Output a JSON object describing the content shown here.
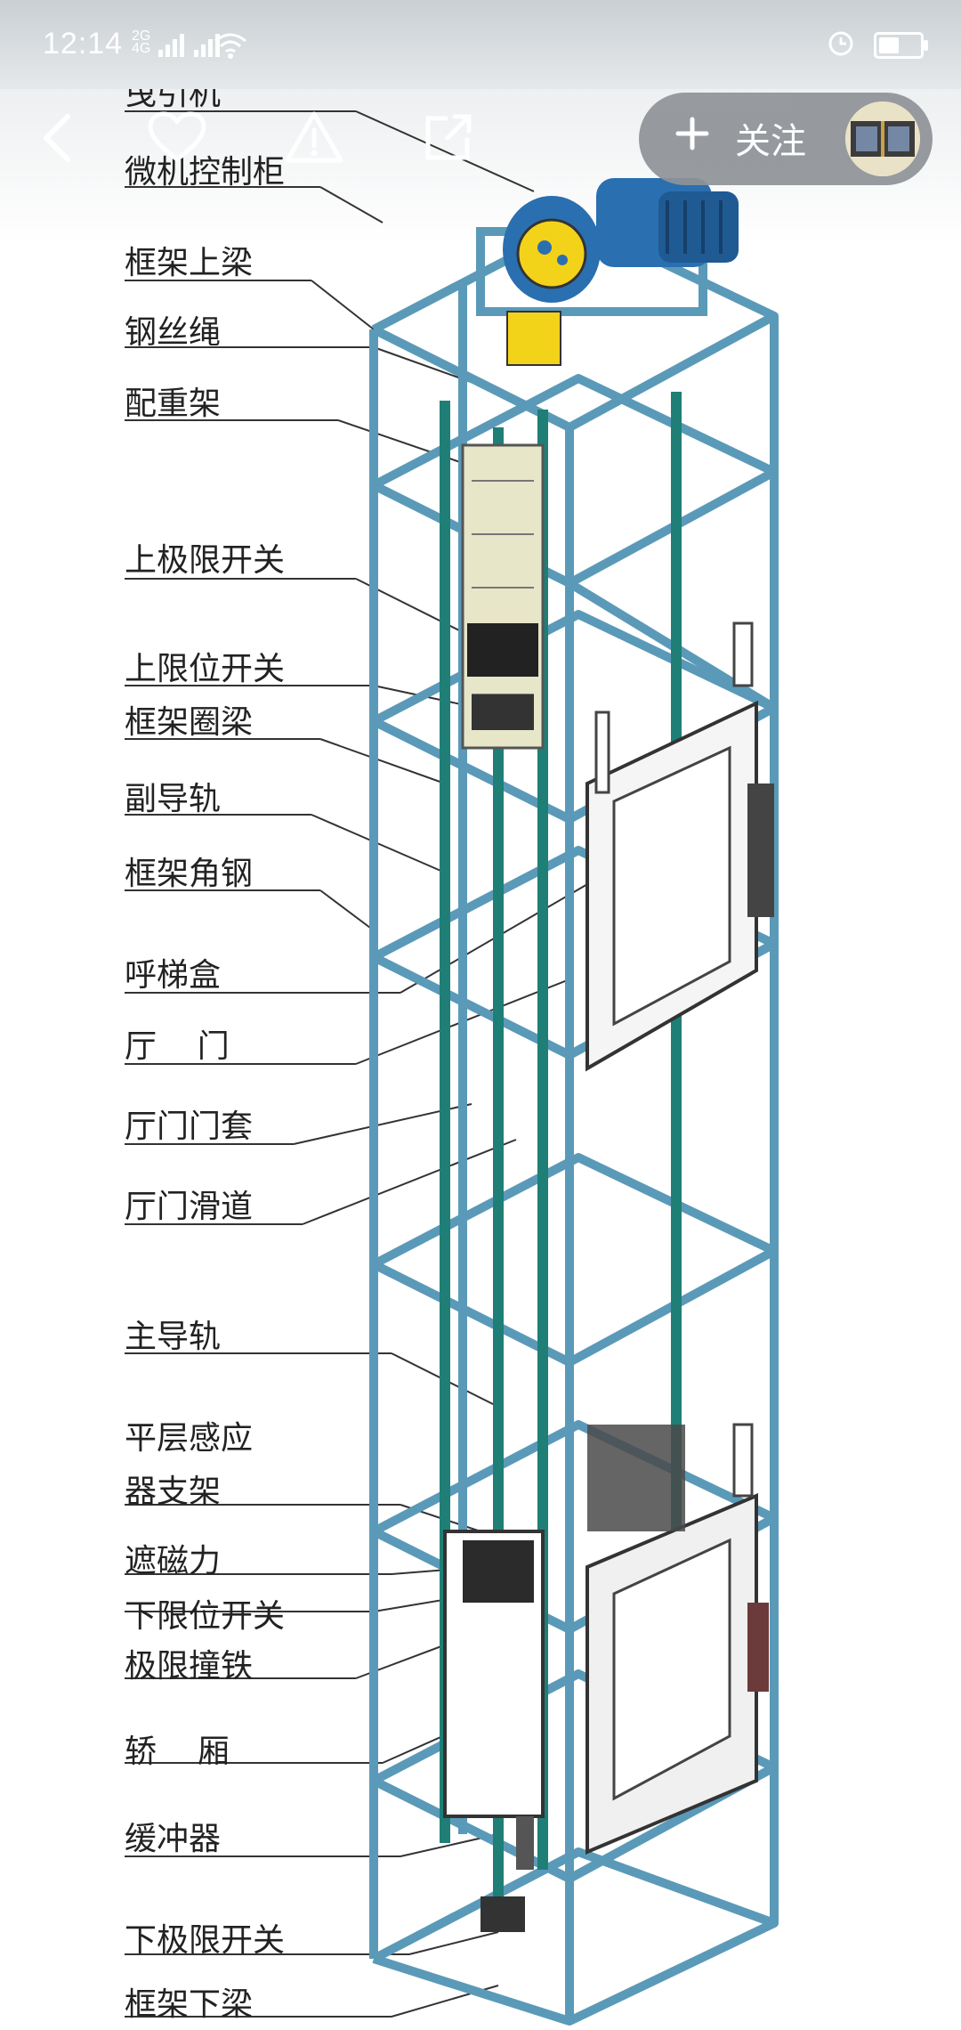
{
  "status_bar": {
    "time": "12:14",
    "signal_1": "2G",
    "signal_2": "4G"
  },
  "nav": {
    "follow_label": "关注"
  },
  "labels": [
    "曳引机",
    "微机控制柜",
    "框架上梁",
    "钢丝绳",
    "配重架",
    "上极限开关",
    "上限位开关",
    "框架圈梁",
    "副导轨",
    "框架角钢",
    "呼梯盒",
    "厅    门",
    "厅门门套",
    "厅门滑道",
    "主导轨",
    "平层感应",
    "器支架",
    "遮磁力",
    "下限位开关",
    "极限撞铁",
    "轿    厢",
    "缓冲器",
    "下极限开关",
    "框架下梁"
  ],
  "colors": {
    "frame_blue": "#5a9ab8",
    "rail_green": "#1f7f76",
    "motor_blue": "#2a6fb0",
    "sheave_yellow": "#f3d21a",
    "line_dark": "#333333"
  },
  "icons": [
    "back-icon",
    "heart-icon",
    "warning-icon",
    "share-icon",
    "plus-icon",
    "wifi-icon",
    "alarm-icon",
    "battery-icon"
  ]
}
